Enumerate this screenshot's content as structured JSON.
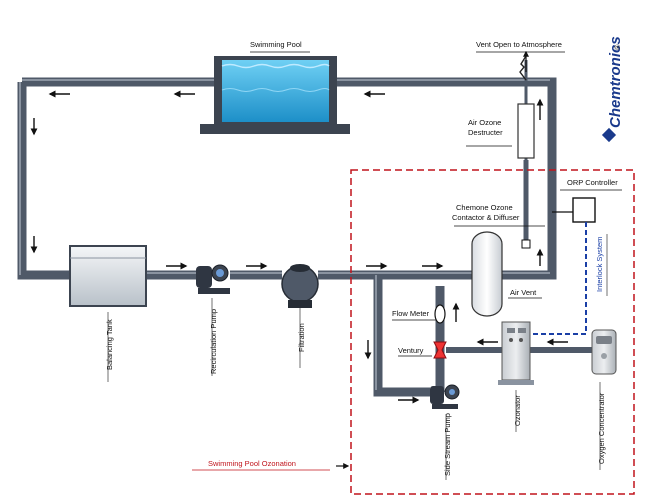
{
  "labels": {
    "swimming_pool": "Swimming Pool",
    "vent": "Vent Open to Atmosphere",
    "air_ozone_destructer_1": "Air Ozone",
    "air_ozone_destructer_2": "Destructer",
    "orp_controller": "ORP Controller",
    "contactor_1": "Chemone Ozone",
    "contactor_2": "Contactor & Diffuser",
    "air_vent": "Air Vent",
    "flow_meter": "Flow Meter",
    "venturi": "Ventury",
    "interlock": "Interlock System",
    "balancing_tank": "Balancing Tank",
    "recirculation_pump": "Recirculation Pump",
    "filtration": "Filtration",
    "side_stream_pump": "Side Stream Pump",
    "ozonator": "Ozonator",
    "oxygen_concentrator": "Oxygen Concentrator",
    "section_title": "Swimming Pool Ozonation",
    "brand": "Chemtronics",
    "brand_mark": "®"
  },
  "colors": {
    "pipe": "#4f5968",
    "pipe_highlight": "#8a93a0",
    "water": "#2aa6d8",
    "boundary_red": "#c0141c",
    "interlock_blue": "#1a3fa6",
    "brand_blue": "#1a3a8c"
  },
  "icons": [
    "flow-arrow-icon",
    "pump-icon",
    "filter-vessel-icon",
    "venturi-icon",
    "flow-meter-icon",
    "ozonator-cabinet-icon",
    "oxygen-concentrator-icon",
    "controller-box-icon"
  ]
}
